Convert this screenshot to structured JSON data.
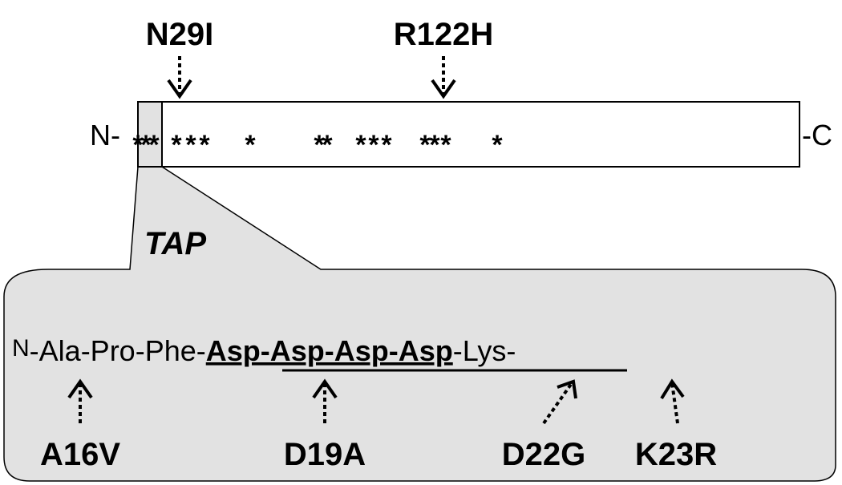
{
  "top_mutations": [
    {
      "label": "N29I"
    },
    {
      "label": "R122H"
    }
  ],
  "protein": {
    "n_term": "N-",
    "c_term": "-C",
    "mark": "*",
    "mark_count": 16
  },
  "tap_label": "TAP",
  "sequence": {
    "n_prefix": "N",
    "residues_before": "-Ala-Pro-Phe-",
    "highlight": "Asp-Asp-Asp-Asp",
    "residues_after": "-Lys-"
  },
  "bottom_mutations": [
    {
      "label": "A16V"
    },
    {
      "label": "D19A"
    },
    {
      "label": "D22G"
    },
    {
      "label": "K23R"
    }
  ],
  "colors": {
    "tap_fill": "#e2e2e2",
    "box_stroke": "#000000",
    "text": "#000000"
  }
}
